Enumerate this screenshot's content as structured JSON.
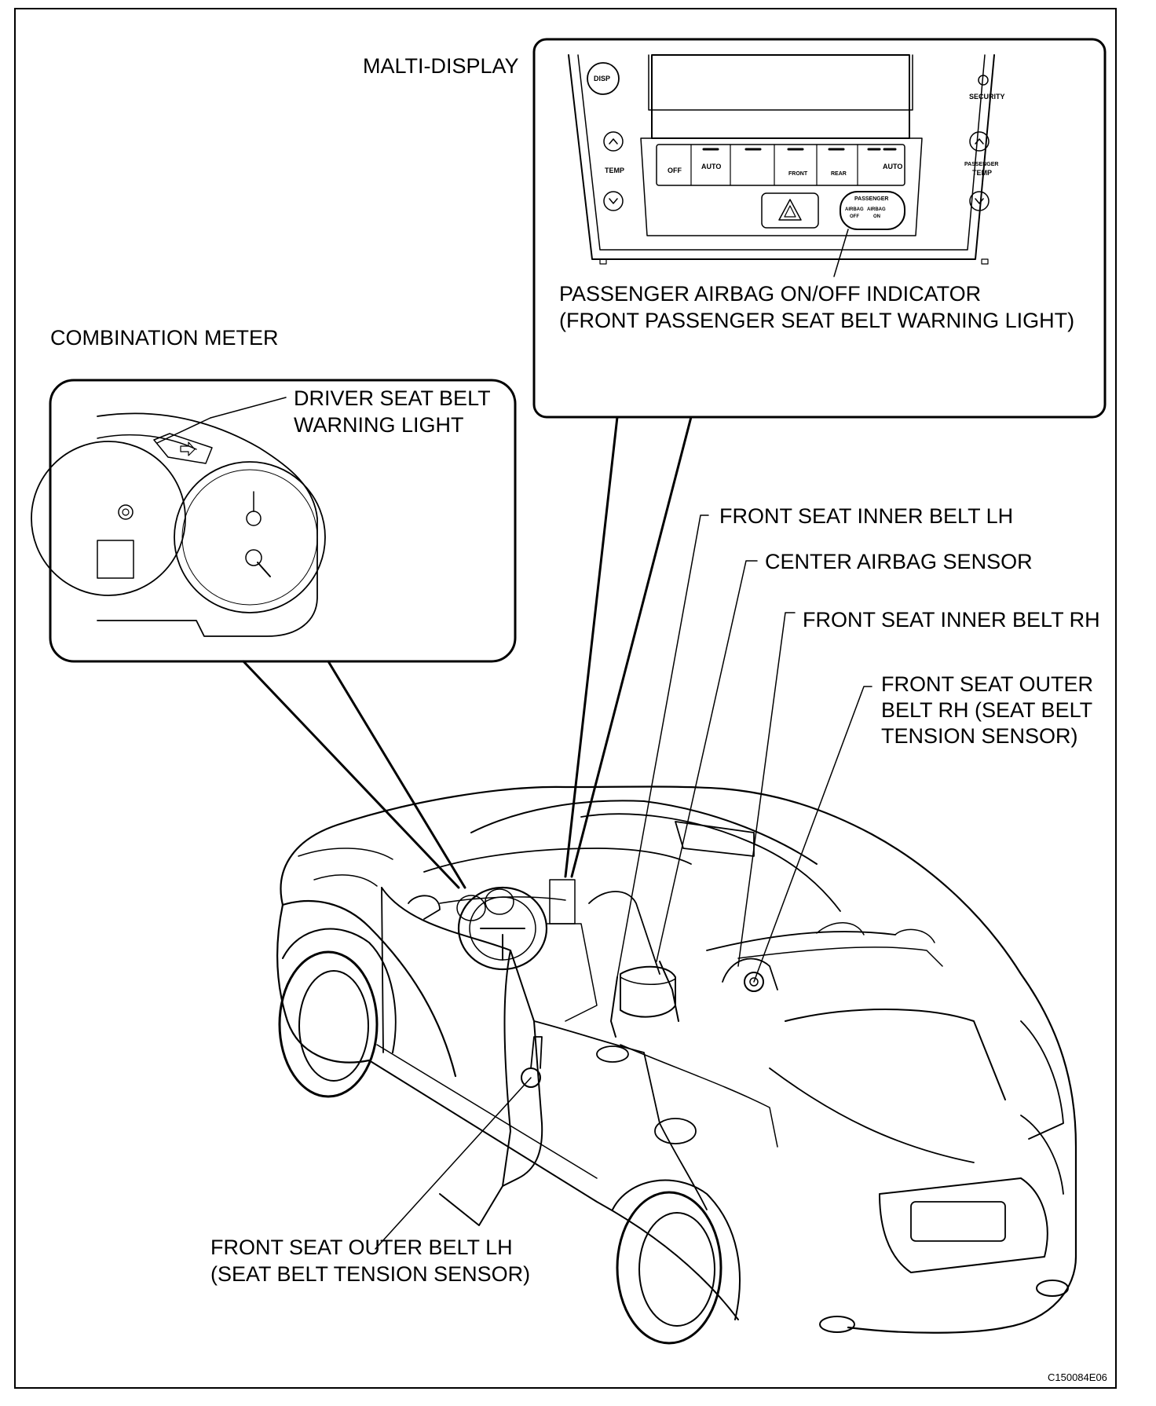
{
  "labels": {
    "multi_display": "MALTI-DISPLAY",
    "combination_meter": "COMBINATION METER",
    "passenger_airbag_line1": "PASSENGER AIRBAG ON/OFF INDICATOR",
    "passenger_airbag_line2": "(FRONT PASSENGER SEAT BELT WARNING LIGHT)",
    "driver_belt_line1": "DRIVER SEAT BELT",
    "driver_belt_line2": "WARNING LIGHT",
    "inner_belt_lh": "FRONT SEAT INNER BELT LH",
    "center_airbag_sensor": "CENTER AIRBAG SENSOR",
    "inner_belt_rh": "FRONT SEAT INNER BELT RH",
    "outer_belt_rh_line1": "FRONT SEAT OUTER",
    "outer_belt_rh_line2": "BELT RH (SEAT BELT",
    "outer_belt_rh_line3": "TENSION SENSOR)",
    "outer_belt_lh_line1": "FRONT SEAT OUTER BELT LH",
    "outer_belt_lh_line2": "(SEAT BELT TENSION SENSOR)",
    "figure_code": "C150084E06"
  },
  "panel": {
    "disp": "DISP",
    "security": "SECURITY",
    "temp_left": "TEMP",
    "temp_right_1": "PASSENGER",
    "temp_right_2": "TEMP",
    "btn_off": "OFF",
    "btn_auto": "AUTO",
    "btn_front": "FRONT",
    "btn_rear": "REAR",
    "btn_auto2": "AUTO",
    "passenger": "PASSENGER",
    "airbag_off_1": "AIRBAG",
    "airbag_off_2": "OFF",
    "airbag_on_1": "AIRBAG",
    "airbag_on_2": "ON"
  }
}
